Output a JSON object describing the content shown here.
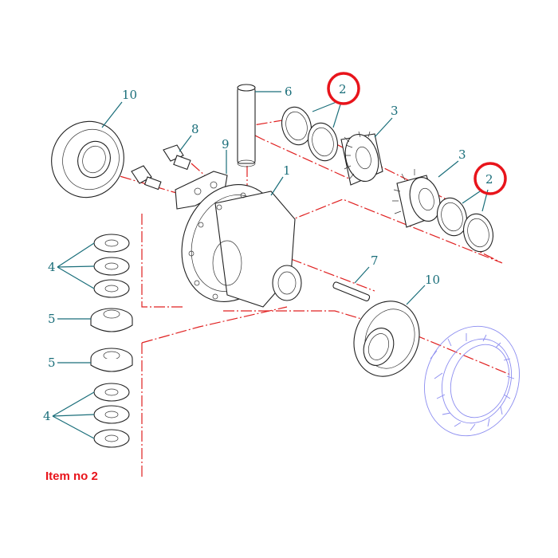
{
  "caption": "Item no 2",
  "colors": {
    "callout": "#1a6e7a",
    "reference_line": "#e02020",
    "highlight_circle": "#e8141b",
    "ring_gear": "#8b8cf0",
    "caption": "#e8141b"
  },
  "callouts": {
    "c10_top": "10",
    "c6": "6",
    "c2_top": "2",
    "c3_top": "3",
    "c8": "8",
    "c9": "9",
    "c1": "1",
    "c3_mid": "3",
    "c2_right": "2",
    "c4_top": "4",
    "c5_top": "5",
    "c7": "7",
    "c10_bottom": "10",
    "c5_bottom": "5",
    "c4_bottom": "4"
  },
  "highlighted_item": "2"
}
